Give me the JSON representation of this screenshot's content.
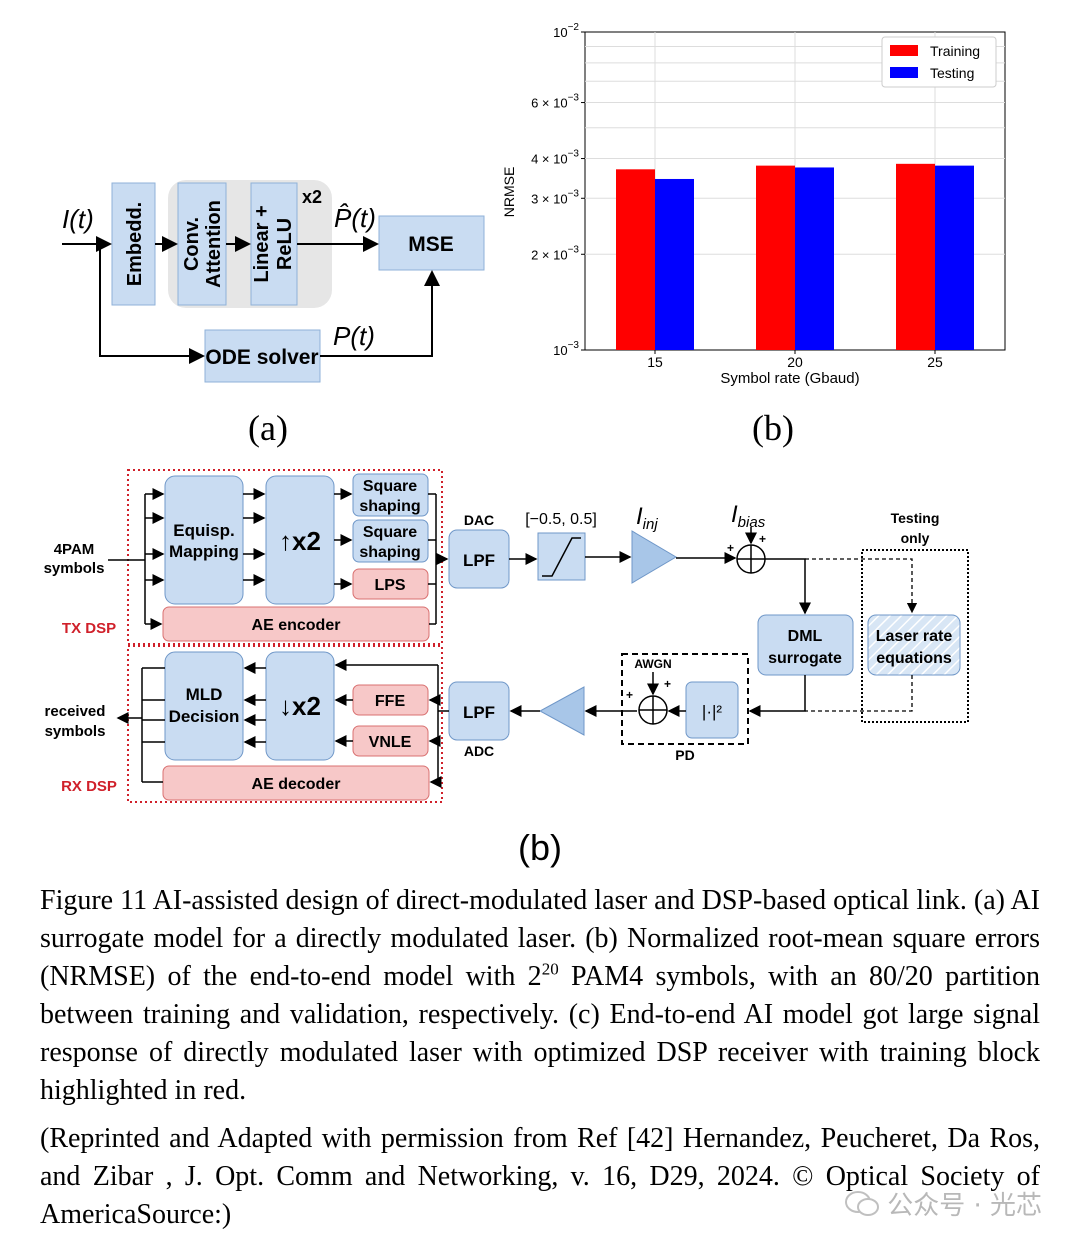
{
  "panel_a": {
    "label": "(a)",
    "input": "I(t)",
    "embed_block": "Embedd.",
    "conv_block_line1": "Conv.",
    "conv_block_line2": "Attention",
    "linear_block_line1": "Linear +",
    "linear_block_line2": "ReLU",
    "repeat": "x2",
    "pred_output": "P̂(t)",
    "mse_block": "MSE",
    "ode_block": "ODE solver",
    "true_output": "P(t)"
  },
  "panel_b": {
    "label": "(b)"
  },
  "chart_data": {
    "type": "bar",
    "categories": [
      "15",
      "20",
      "25"
    ],
    "series": [
      {
        "name": "Training",
        "values": [
          0.0037,
          0.0038,
          0.00385
        ],
        "color": "#ff0000"
      },
      {
        "name": "Testing",
        "values": [
          0.00345,
          0.00375,
          0.0038
        ],
        "color": "#0000ff"
      }
    ],
    "xlabel": "Symbol rate (Gbaud)",
    "ylabel": "NRMSE",
    "yscale": "log",
    "ylim": [
      0.001,
      0.01
    ],
    "yticks_major": [
      {
        "value": 0.01,
        "mant": "10",
        "exp": "−2"
      },
      {
        "value": 0.001,
        "mant": "10",
        "exp": "−3"
      }
    ],
    "yticks_minor": [
      {
        "value": 0.006,
        "mant": "6 × 10",
        "exp": "−3"
      },
      {
        "value": 0.004,
        "mant": "4 × 10",
        "exp": "−3"
      },
      {
        "value": 0.003,
        "mant": "3 × 10",
        "exp": "−3"
      },
      {
        "value": 0.002,
        "mant": "2 × 10",
        "exp": "−3"
      }
    ],
    "grid": true,
    "legend_position": "top-right"
  },
  "panel_c": {
    "label": "(b)",
    "input_line1": "4PAM",
    "input_line2": "symbols",
    "tx_label": "TX DSP",
    "equisp_line1": "Equisp.",
    "equisp_line2": "Mapping",
    "upsample": "↑x2",
    "square1_line1": "Square",
    "square1_line2": "shaping",
    "square2_line1": "Square",
    "square2_line2": "shaping",
    "lps": "LPS",
    "ae_encoder": "AE encoder",
    "dac": "DAC",
    "lpf_tx": "LPF",
    "clip_range": "[−0.5, 0.5]",
    "i_inj": "I",
    "i_inj_sub": "inj",
    "i_bias": "I",
    "i_bias_sub": "bias",
    "plus": "+",
    "testing_line1": "Testing",
    "testing_line2": "only",
    "laser_line1": "Laser rate",
    "laser_line2": "equations",
    "dml_line1": "DML",
    "dml_line2": "surrogate",
    "awgn": "AWGN",
    "pd_block": "|·|²",
    "pd_label": "PD",
    "lpf_rx": "LPF",
    "adc": "ADC",
    "output_line1": "received",
    "output_line2": "symbols",
    "rx_label": "RX DSP",
    "mld_line1": "MLD",
    "mld_line2": "Decision",
    "downsample": "↓x2",
    "ffe": "FFE",
    "vnle": "VNLE",
    "ae_decoder": "AE decoder"
  },
  "caption": {
    "p1_part1": "Figure 11 AI-assisted design of direct-modulated laser and DSP-based optical link. (a) AI surrogate model for a directly modulated laser. (b) Normalized root-mean square errors (NRMSE) of the end-to-end model with 2",
    "p1_sup": "20",
    "p1_part2": " PAM4 symbols, with an 80/20 partition between training and validation, respectively. (c) End-to-end AI model got large signal response of directly modulated laser with optimized DSP receiver with training block highlighted in red.",
    "p2": "(Reprinted and Adapted with permission from Ref  [42] Hernandez,  Peucheret, Da Ros, and Zibar , J. Opt. Comm and Networking, v. 16, D29, 2024. © Optical Society of AmericaSource:)"
  },
  "watermark": {
    "text": "公众号 · 光芯"
  }
}
